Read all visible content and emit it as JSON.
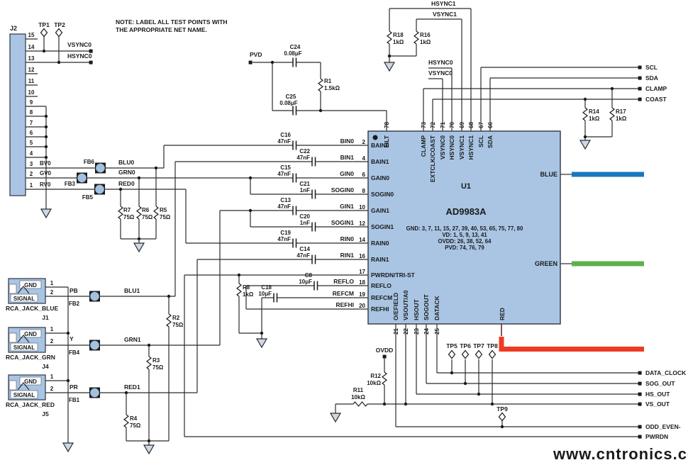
{
  "note": {
    "line1": "NOTE: LABEL ALL TEST POINTS WITH",
    "line2": "THE APPROPRIATE NET NAME."
  },
  "watermark": "www.cntronics.com",
  "colors": {
    "wire": "#2b2b2b",
    "chip_fill": "#a9c5e3",
    "blue_bar": "#1878be",
    "green_bar": "#5fb04a",
    "red_bar": "#ee3b23",
    "red_pin_label": "#8b2222",
    "ground_fill": "#ccd9e8",
    "watermark_green": "#b5d89b"
  },
  "j2": {
    "refdes": "J2",
    "pin_numbers": [
      "15",
      "14",
      "13",
      "12",
      "11",
      "10",
      "9",
      "8",
      "7",
      "6",
      "5",
      "4",
      "3",
      "2",
      "1"
    ],
    "net_bv0": "BV0",
    "net_gv0": "GV0",
    "net_rv0": "RV0"
  },
  "sync_nets": {
    "vsync0": "VSYNC0",
    "hsync0": "HSYNC0",
    "hsync1": "HSYNC1",
    "vsync1": "VSYNC1",
    "vsync0_b": "VSYNC0",
    "hsync0_b": "HSYNC0"
  },
  "test_points": {
    "tp1": "TP1",
    "tp2": "TP2",
    "tp5": "TP5",
    "tp6": "TP6",
    "tp7": "TP7",
    "tp8": "TP8",
    "tp9": "TP9"
  },
  "power": {
    "pvd": "PVD",
    "ovdd": "OVDD"
  },
  "resistors": {
    "r1": {
      "name": "R1",
      "value": "1.5kΩ"
    },
    "r2": {
      "name": "R2",
      "value": "75Ω"
    },
    "r3": {
      "name": "R3",
      "value": "75Ω"
    },
    "r4": {
      "name": "R4",
      "value": "75Ω"
    },
    "r5": {
      "name": "R5",
      "value": "75Ω"
    },
    "r6": {
      "name": "R6",
      "value": "75Ω"
    },
    "r7": {
      "name": "R7",
      "value": "75Ω"
    },
    "r8": {
      "name": "R8",
      "value": "1kΩ"
    },
    "r11": {
      "name": "R11",
      "value": "10kΩ"
    },
    "r12": {
      "name": "R12",
      "value": "10kΩ"
    },
    "r14": {
      "name": "R14",
      "value": "1kΩ"
    },
    "r16": {
      "name": "R16",
      "value": "1kΩ"
    },
    "r17": {
      "name": "R17",
      "value": "1kΩ"
    },
    "r18": {
      "name": "R18",
      "value": "1kΩ"
    }
  },
  "capacitors": {
    "c8": {
      "name": "C8",
      "value": "10μF"
    },
    "c13": {
      "name": "C13",
      "value": "47nF"
    },
    "c14": {
      "name": "C14",
      "value": "47nF"
    },
    "c15": {
      "name": "C15",
      "value": "47nF"
    },
    "c16": {
      "name": "C16",
      "value": "47nF"
    },
    "c18": {
      "name": "C18",
      "value": "10μF"
    },
    "c19": {
      "name": "C19",
      "value": "47nF"
    },
    "c20": {
      "name": "C20",
      "value": "1nF"
    },
    "c21": {
      "name": "C21",
      "value": "1nF"
    },
    "c22": {
      "name": "C22",
      "value": "47nF"
    },
    "c24": {
      "name": "C24",
      "value": "0.08μF"
    },
    "c25": {
      "name": "C25",
      "value": "0.08μF"
    }
  },
  "beads": {
    "fb1": "FB1",
    "fb2": "FB2",
    "fb3": "FB3",
    "fb4": "FB4",
    "fb5": "FB5",
    "fb6": "FB6"
  },
  "video_nets": {
    "blu0": "BLU0",
    "grn0": "GRN0",
    "red0": "RED0",
    "blu1": "BLU1",
    "grn1": "GRN1",
    "red1": "RED1",
    "pb": "PB",
    "y": "Y",
    "pr": "PR"
  },
  "jacks": [
    {
      "caption": "RCA_JACK_BLUE",
      "refdes": "J1",
      "pin1": "1",
      "pin2": "2",
      "gnd": "GND",
      "signal": "SIGNAL"
    },
    {
      "caption": "RCA_JACK_GRN",
      "refdes": "J4",
      "pin1": "1",
      "pin2": "2",
      "gnd": "GND",
      "signal": "SIGNAL"
    },
    {
      "caption": "RCA_JACK_RED",
      "refdes": "J5",
      "pin1": "1",
      "pin2": "2",
      "gnd": "GND",
      "signal": "SIGNAL"
    }
  ],
  "chip": {
    "refdes": "U1",
    "part": "AD9983A",
    "power_note": [
      "GND: 3, 7, 11, 15, 27, 39, 40, 53, 65, 75, 77, 80",
      "VD: 1, 5, 9, 13, 41",
      "OVDD: 26, 38, 52, 64",
      "PVD: 74, 76, 79"
    ],
    "left_pins": [
      {
        "num": "2",
        "net": "BIN0",
        "label": "BAIN0"
      },
      {
        "num": "4",
        "net": "BIN1",
        "label": "BAIN1"
      },
      {
        "num": "6",
        "net": "GIN0",
        "label": "GAIN0"
      },
      {
        "num": "8",
        "net": "SOGIN0",
        "label": "SOGIN0"
      },
      {
        "num": "10",
        "net": "GIN1",
        "label": "GAIN1"
      },
      {
        "num": "12",
        "net": "SOGIN1",
        "label": "SOGIN1"
      },
      {
        "num": "14",
        "net": "RIN0",
        "label": "RAIN0"
      },
      {
        "num": "16",
        "net": "RIN1",
        "label": "RAIN1"
      },
      {
        "num": "17",
        "net": "",
        "label": "PWRDN/TRI-ST"
      },
      {
        "num": "18",
        "net": "REFLO",
        "label": "REFLO"
      },
      {
        "num": "19",
        "net": "REFCM",
        "label": "REFCM"
      },
      {
        "num": "20",
        "net": "REFHI",
        "label": "REFHI"
      }
    ],
    "top_pins": [
      {
        "num": "78",
        "label": "FILT"
      },
      {
        "num": "73",
        "label": "CLAMP"
      },
      {
        "num": "72",
        "label": "EXTCLK/COAST"
      },
      {
        "num": "71",
        "label": "VSYNC0"
      },
      {
        "num": "70",
        "label": "HSYNC0"
      },
      {
        "num": "69",
        "label": "VSYNC1"
      },
      {
        "num": "68",
        "label": "HSYNC1"
      },
      {
        "num": "67",
        "label": "SCL"
      },
      {
        "num": "66",
        "label": "SDA"
      }
    ],
    "bottom_pins": [
      {
        "num": "21",
        "label": "O/EFIELD"
      },
      {
        "num": "22",
        "label": "VSOUT/A0"
      },
      {
        "num": "23",
        "label": "HSOUT"
      },
      {
        "num": "24",
        "label": "SOGOUT"
      },
      {
        "num": "25",
        "label": "DATACK"
      }
    ],
    "right_pins": [
      {
        "label": "BLUE"
      },
      {
        "label": "GREEN"
      },
      {
        "label": "RED"
      }
    ]
  },
  "right_terminals": [
    {
      "label": "SCL"
    },
    {
      "label": "SDA"
    },
    {
      "label": "CLAMP"
    },
    {
      "label": "COAST"
    }
  ],
  "output_terminals": [
    {
      "label": "DATA_CLOCK"
    },
    {
      "label": "SOG_OUT"
    },
    {
      "label": "HS_OUT"
    },
    {
      "label": "VS_OUT"
    },
    {
      "label": "ODD_EVEN-"
    },
    {
      "label": "PWRDN"
    }
  ]
}
